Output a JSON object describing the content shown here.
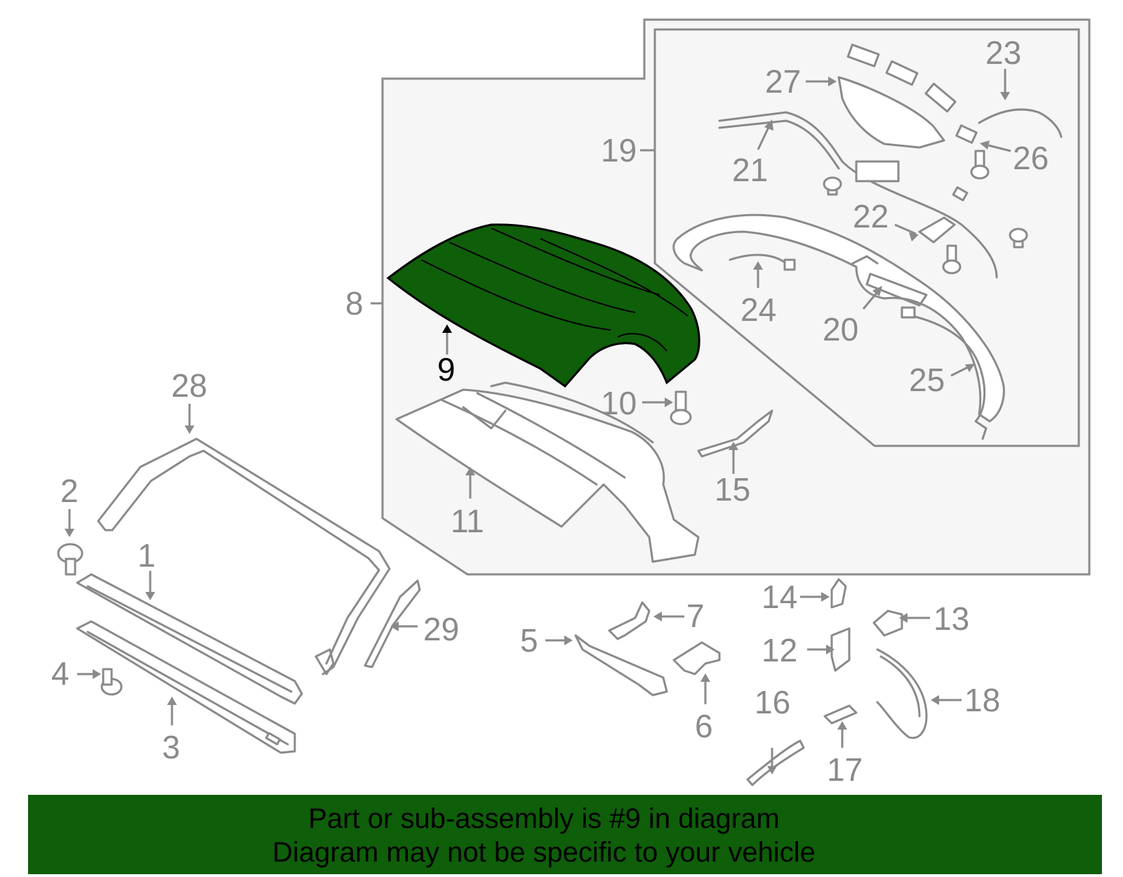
{
  "diagram": {
    "highlighted_part": "9",
    "highlight_color": "#0f5e0a",
    "line_color": "#8a8a8a",
    "callouts": [
      "1",
      "2",
      "3",
      "4",
      "5",
      "6",
      "7",
      "8",
      "9",
      "10",
      "11",
      "12",
      "13",
      "14",
      "15",
      "16",
      "17",
      "18",
      "19",
      "20",
      "21",
      "22",
      "23",
      "24",
      "25",
      "26",
      "27",
      "28",
      "29"
    ]
  },
  "banner": {
    "line1": "Part or sub-assembly is #9 in diagram",
    "line2": "Diagram may not be specific to your vehicle",
    "background": "#0f5e0a"
  }
}
